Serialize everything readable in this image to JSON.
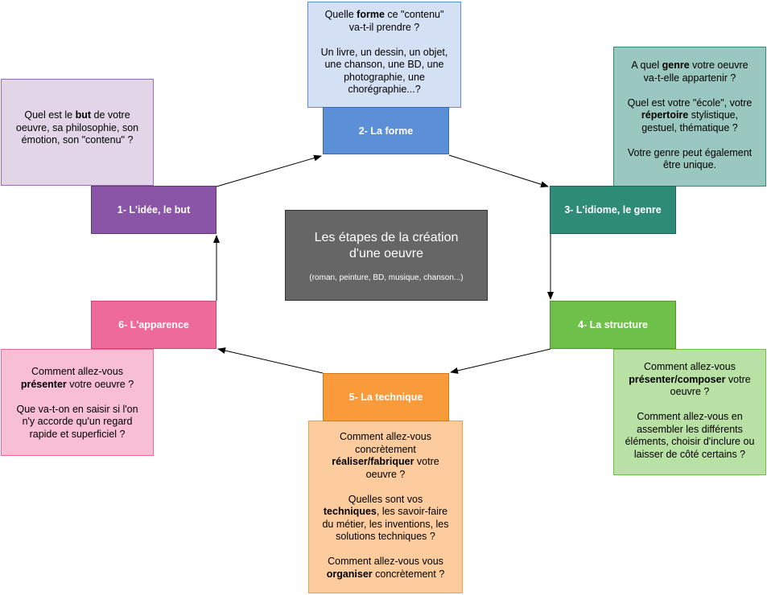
{
  "center": {
    "title_line1": "Les étapes de la création",
    "title_line2": "d'une oeuvre",
    "subtitle": "(roman, peinture, BD, musique, chanson...)"
  },
  "steps": [
    {
      "label": "1- L'idée, le but",
      "color": "#8a55a6"
    },
    {
      "label": "2- La forme",
      "color": "#5b8fd8"
    },
    {
      "label": "3- L'idiome, le genre",
      "color": "#2e8b76"
    },
    {
      "label": "4- La structure",
      "color": "#6ec04a"
    },
    {
      "label": "5- La technique",
      "color": "#f99b3a"
    },
    {
      "label": "6- L'apparence",
      "color": "#ee6a98"
    }
  ],
  "notes": {
    "idea": {
      "l1_a": "Quel est le ",
      "l1_b": "but",
      "l1_c": " de votre",
      "l2": "oeuvre, sa philosophie, son",
      "l3": "émotion, son \"contenu\" ?"
    },
    "form": {
      "l1_a": "Quelle ",
      "l1_b": "forme",
      "l1_c": " ce \"contenu\"",
      "l2": "va-t-il prendre ?",
      "l3": "Un livre, un dessin, un objet,",
      "l4": "une chanson, une BD, une",
      "l5": "photographie, une",
      "l6": "chorégraphie...?"
    },
    "genre": {
      "l1_a": "A quel ",
      "l1_b": "genre",
      "l1_c": " votre oeuvre",
      "l2": "va-t-elle appartenir ?",
      "l3": "Quel est votre \"école\", votre",
      "l4_a": "répertoire",
      "l4_b": " stylistique,",
      "l5": "gestuel, thématique ?",
      "l6": "Votre genre peut également",
      "l7": "être unique."
    },
    "structure": {
      "l1": "Comment allez-vous",
      "l2_a": "présenter/composer",
      "l2_b": " votre",
      "l3": "oeuvre ?",
      "l4": "Comment allez-vous en",
      "l5": "assembler les différents",
      "l6": "éléments, choisir d'inclure ou",
      "l7": "laisser de côté certains ?"
    },
    "technique": {
      "l1": "Comment allez-vous",
      "l2": "concrètement",
      "l3_a": "réaliser/fabriquer",
      "l3_b": " votre",
      "l4": "oeuvre ?",
      "l5": "Quelles sont vos",
      "l6_a": "techniques",
      "l6_b": ", les savoir-faire",
      "l7": "du métier, les inventions, les",
      "l8": "solutions techniques ?",
      "l9": "Comment allez-vous vous",
      "l10_a": "organiser",
      "l10_b": " concrètement ?"
    },
    "appearance": {
      "l1": "Comment allez-vous",
      "l2_a": "présenter",
      "l2_b": " votre oeuvre ?",
      "l3": "Que va-t-on en saisir si l'on",
      "l4": "n'y accorde qu'un regard",
      "l5": "rapide et superficiel ?"
    }
  },
  "colors": {
    "idea_note": "#e1d5e7",
    "form_note": "#d4e1f5",
    "genre_note": "#9ac7bf",
    "structure_note": "#b9e0a5",
    "technique_note": "#fdcc9e",
    "appearance_note": "#f8bed4",
    "center": "#666666"
  }
}
